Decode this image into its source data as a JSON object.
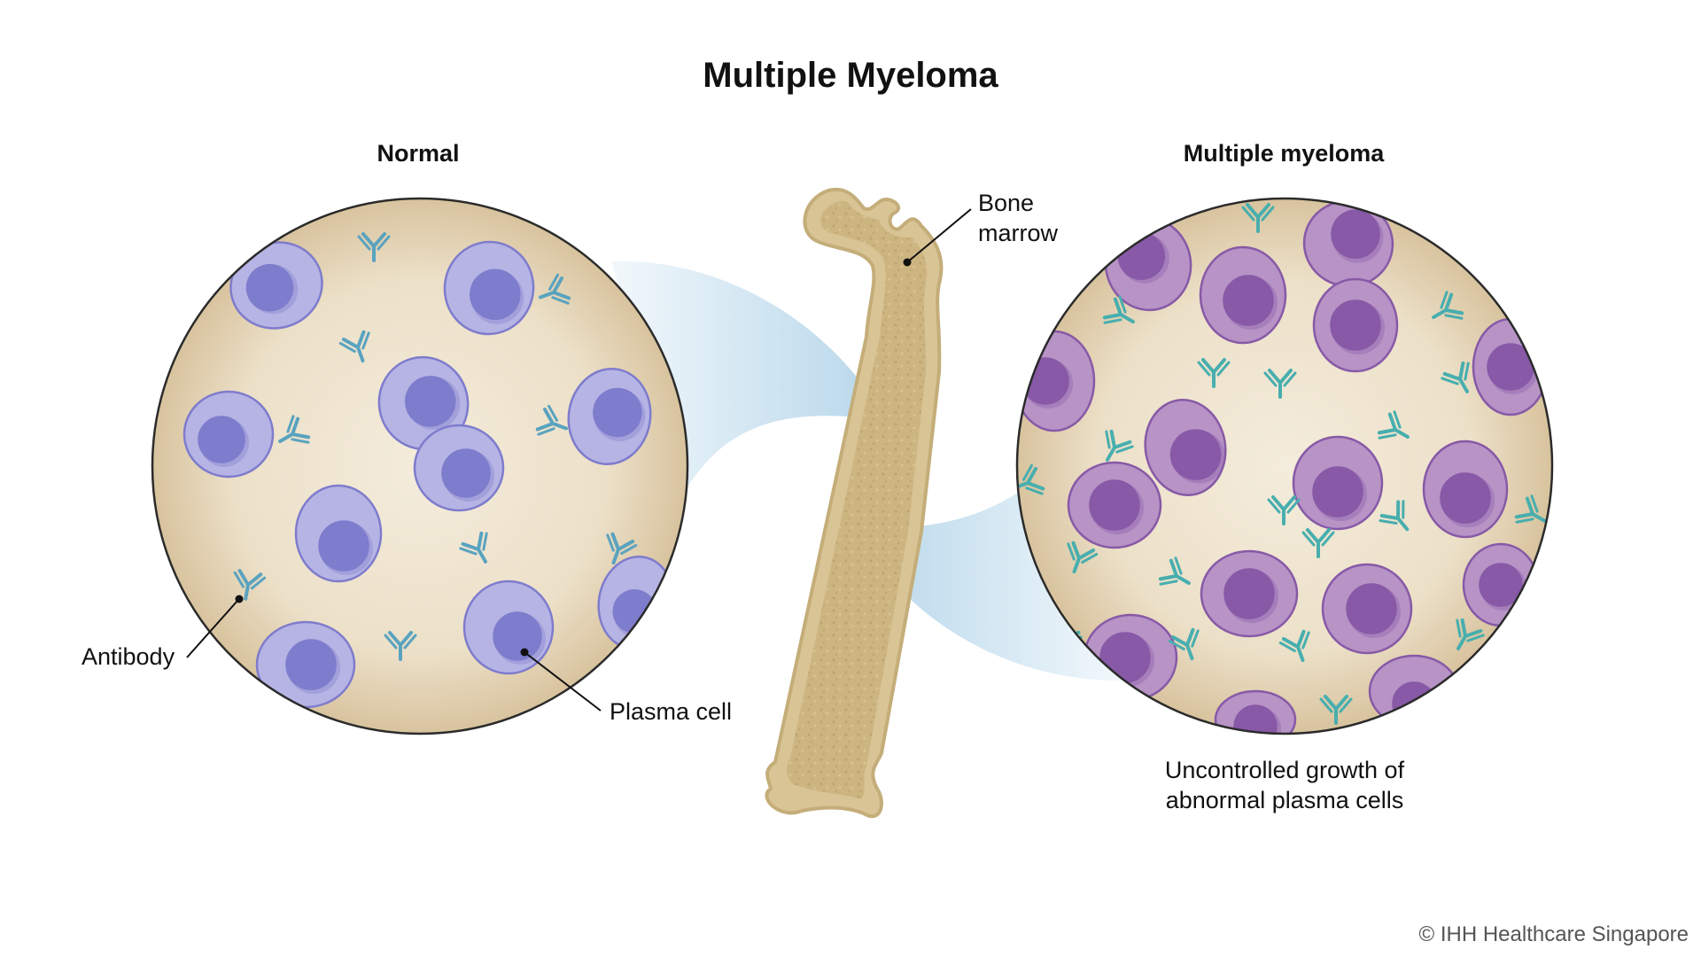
{
  "title": "Multiple Myeloma",
  "panels": {
    "normal": {
      "heading": "Normal"
    },
    "myeloma": {
      "heading": "Multiple myeloma",
      "caption_line1": "Uncontrolled growth of",
      "caption_line2": "abnormal plasma cells"
    }
  },
  "labels": {
    "antibody": "Antibody",
    "plasma_cell": "Plasma cell",
    "bone_marrow_line1": "Bone",
    "bone_marrow_line2": "marrow"
  },
  "copyright": "© IHH Healthcare Singapore",
  "colors": {
    "marrow_fill": "#ece0c8",
    "marrow_edge": "#d6c19a",
    "normal_cell": "#b6b4e4",
    "normal_nucleus": "#7e7ccc",
    "myeloma_cell": "#b793c6",
    "myeloma_nucleus": "#8759a6",
    "antibody_normal": "#5aa3bf",
    "antibody_myeloma": "#48aeae",
    "bone": "#d9c495",
    "bone_edge": "#c4ad79",
    "magnify_beam": "#a9cfe6"
  }
}
